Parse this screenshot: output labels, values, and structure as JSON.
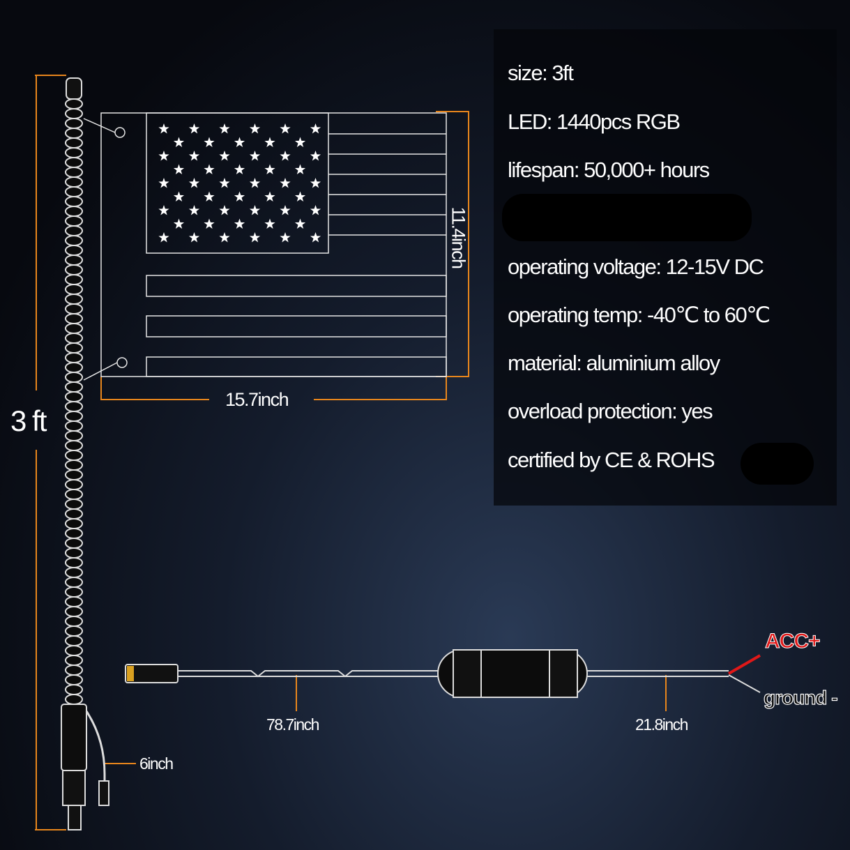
{
  "specs": {
    "items": [
      "size: 3ft",
      "LED: 1440pcs RGB",
      "lifespan: 50,000+ hours",
      "operating voltage: 12-15V DC",
      "operating temp: -40℃ to 60℃",
      "material: aluminium alloy",
      "overload protection: yes",
      "certified by CE & ROHS"
    ]
  },
  "dimensions": {
    "height": "3 ft",
    "flag_height": "11.4inch",
    "flag_width": "15.7inch",
    "cable_long": "78.7inch",
    "cable_short": "21.8inch",
    "pigtail": "6inch"
  },
  "wires": {
    "positive": "ACC+",
    "negative": "ground -"
  },
  "colors": {
    "dimension_line": "#e8861c",
    "acc_wire": "#e01818"
  }
}
